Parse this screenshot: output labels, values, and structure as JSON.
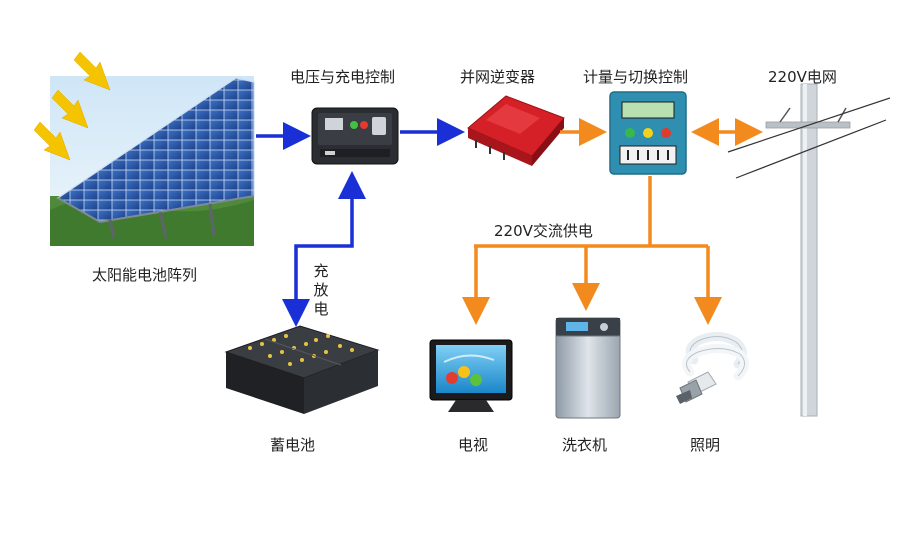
{
  "labels": {
    "solar_array": "太阳能电池阵列",
    "charge_controller": "电压与充电控制",
    "grid_inverter": "并网逆变器",
    "meter_switch": "计量与切换控制",
    "grid": "220V电网",
    "ac_supply": "220V交流供电",
    "charge_discharge": "充放电",
    "battery": "蓄电池",
    "tv": "电视",
    "washer": "洗衣机",
    "lighting": "照明"
  },
  "colors": {
    "dc_flow": "#1a2fd6",
    "ac_flow": "#f28a1e",
    "inverter_body": "#d42026",
    "meter_body": "#2f8fb0",
    "sun_arrow": "#f5c400"
  },
  "icons": {
    "solar": "solar-panel-icon",
    "controller": "charge-controller-icon",
    "inverter": "inverter-icon",
    "meter": "meter-box-icon",
    "pole": "utility-pole-icon",
    "battery": "battery-bank-icon",
    "tv": "tv-icon",
    "washer": "washing-machine-icon",
    "bulb": "cfl-bulb-icon"
  }
}
